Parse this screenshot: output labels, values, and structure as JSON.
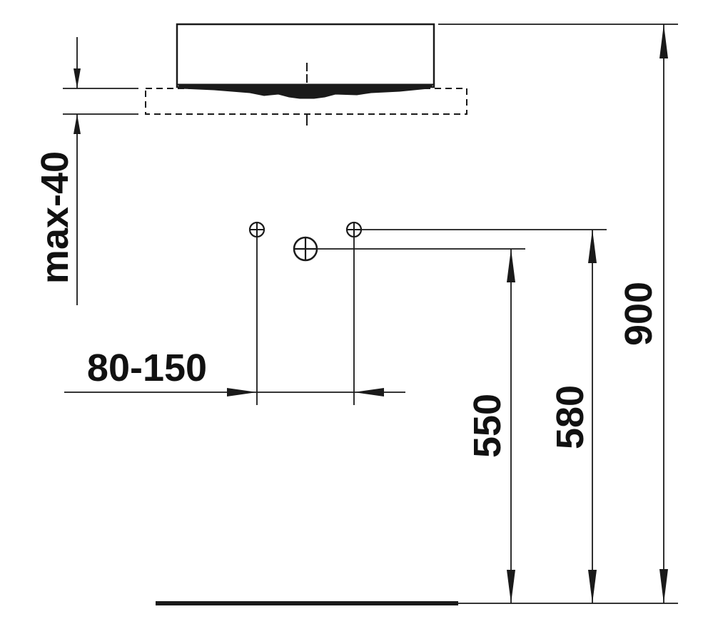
{
  "dimensions": {
    "mount_gap": "max-40",
    "pipe_spacing": "80-150",
    "waste_height": "550",
    "supply_height": "580",
    "overall_height": "900"
  },
  "colors": {
    "line": "#1a1a1a",
    "background": "#ffffff"
  }
}
